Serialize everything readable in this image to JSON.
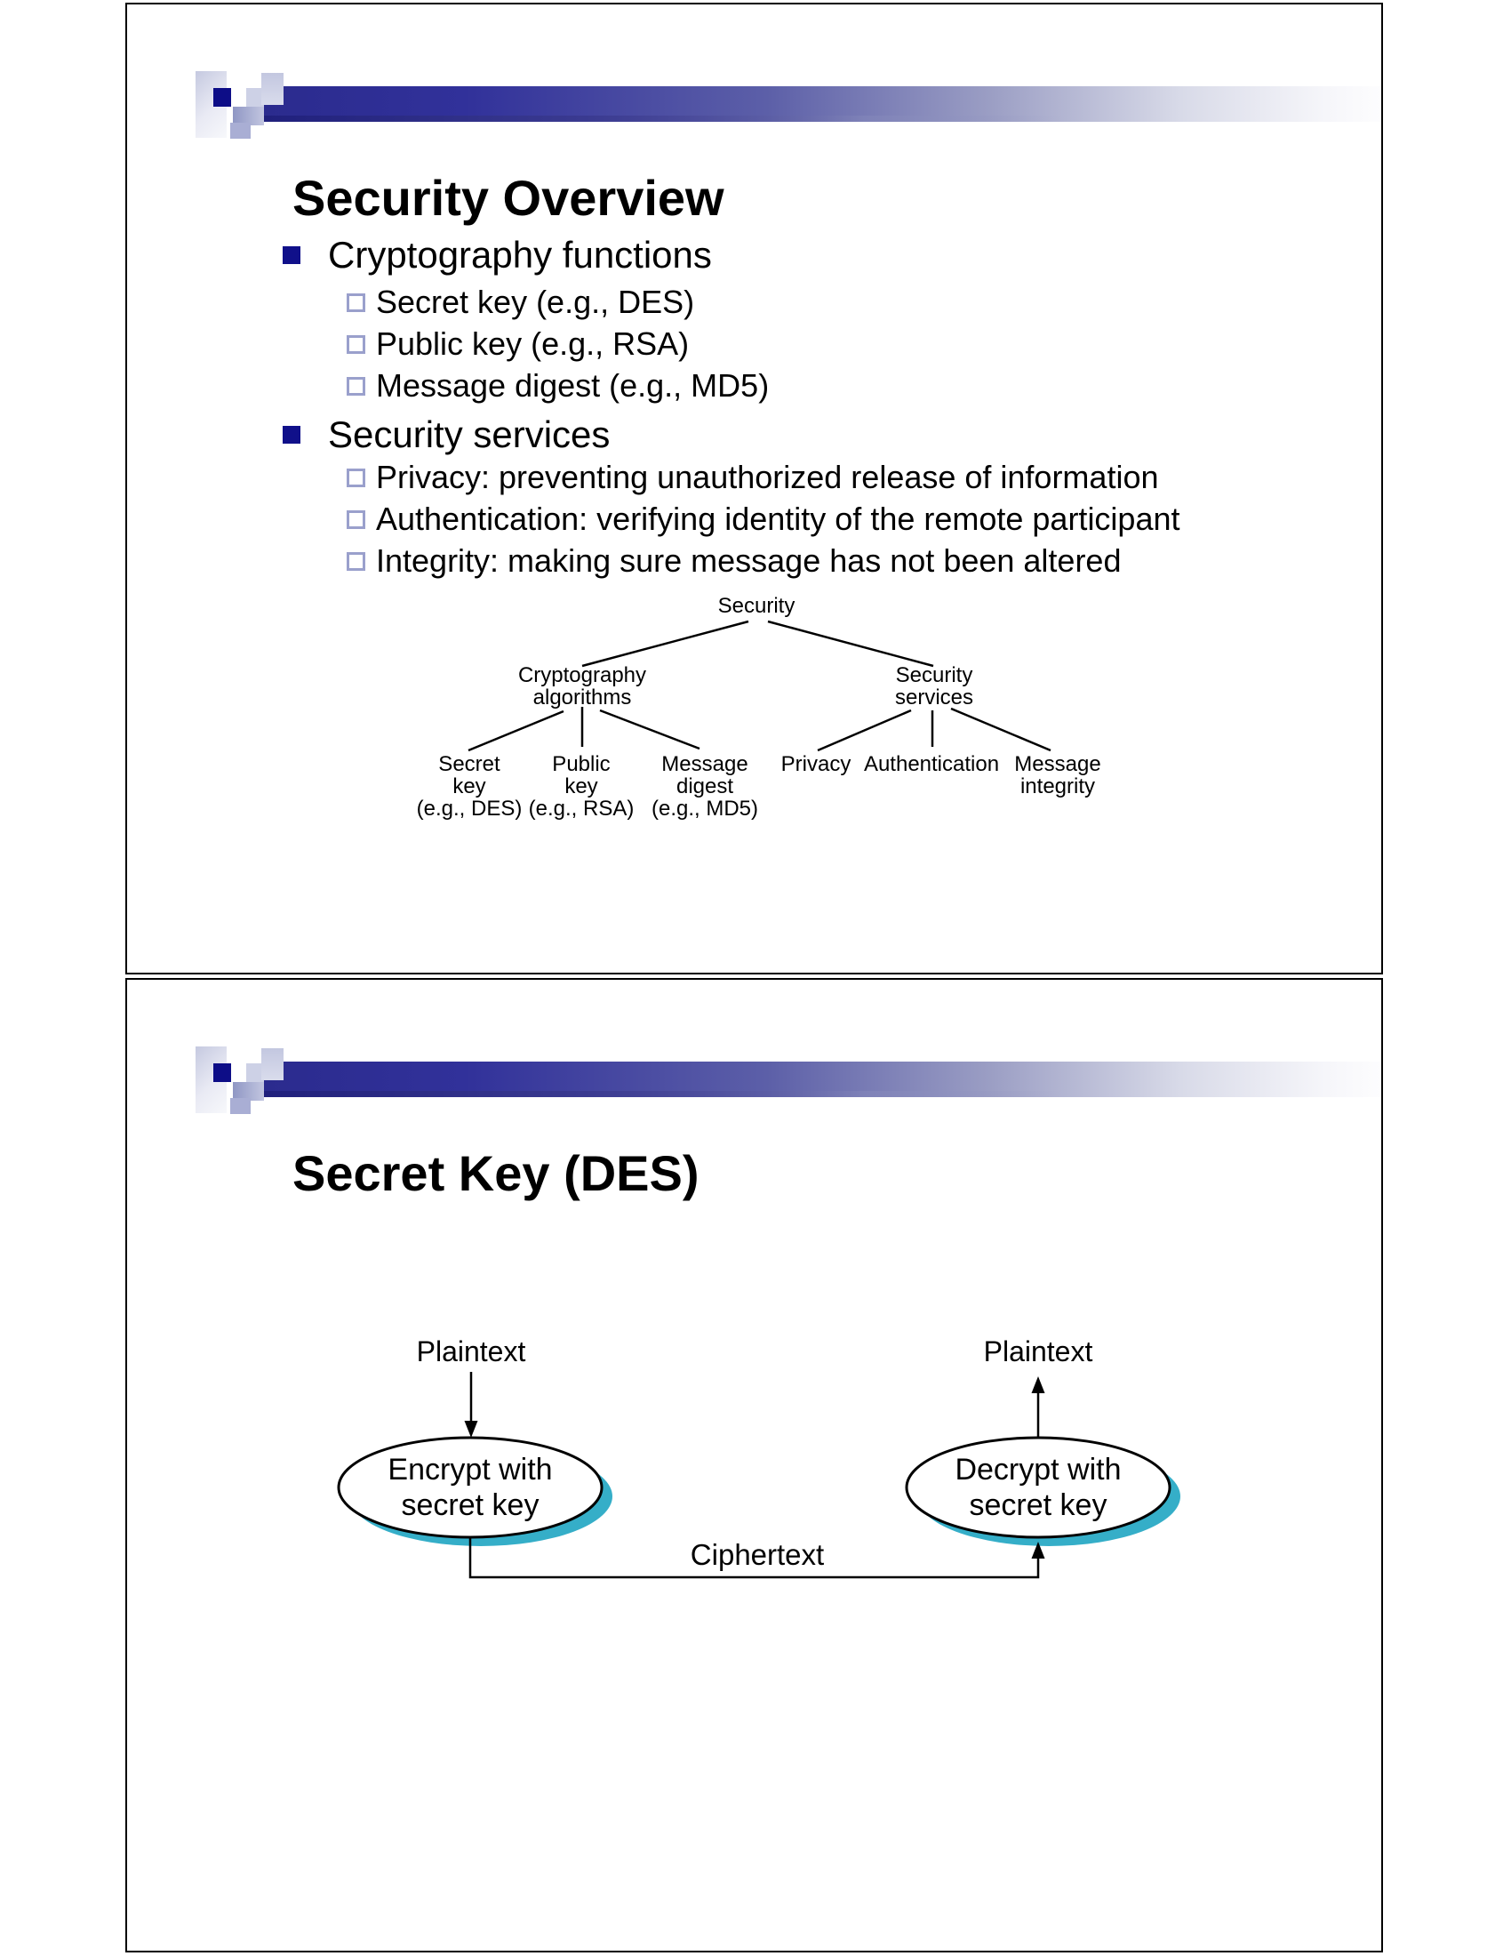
{
  "colors": {
    "navy_accent": "#0d0d87",
    "bar_gradient_start": "#2b2b8e",
    "bullet_outline": "#9aa0cc",
    "ellipse_shadow_teal": "#35aec8",
    "slide_border": "#000000"
  },
  "slide1": {
    "title": "Security Overview",
    "bullets": [
      {
        "level": 1,
        "text": "Cryptography functions"
      },
      {
        "level": 2,
        "text": "Secret key (e.g., DES)"
      },
      {
        "level": 2,
        "text": "Public key (e.g., RSA)"
      },
      {
        "level": 2,
        "text": "Message digest (e.g., MD5)"
      },
      {
        "level": 1,
        "text": "Security services"
      },
      {
        "level": 2,
        "text": "Privacy: preventing unauthorized release of information"
      },
      {
        "level": 2,
        "text": "Authentication: verifying identity of the remote participant"
      },
      {
        "level": 2,
        "text": "Integrity: making sure message has not been altered"
      }
    ],
    "tree": {
      "nodes": [
        {
          "id": "root",
          "lines": [
            "Security"
          ]
        },
        {
          "id": "crypto",
          "lines": [
            "Cryptography",
            "algorithms"
          ]
        },
        {
          "id": "services",
          "lines": [
            "Security",
            "services"
          ]
        },
        {
          "id": "secret",
          "lines": [
            "Secret",
            "key",
            "(e.g., DES)"
          ]
        },
        {
          "id": "public",
          "lines": [
            "Public",
            "key",
            "(e.g., RSA)"
          ]
        },
        {
          "id": "digest",
          "lines": [
            "Message",
            "digest",
            "(e.g., MD5)"
          ]
        },
        {
          "id": "privacy",
          "lines": [
            "Privacy"
          ]
        },
        {
          "id": "auth",
          "lines": [
            "Authentication"
          ]
        },
        {
          "id": "integrity",
          "lines": [
            "Message",
            "integrity"
          ]
        }
      ]
    }
  },
  "slide2": {
    "title": "Secret Key (DES)",
    "diagram": {
      "plaintext_left": "Plaintext",
      "plaintext_right": "Plaintext",
      "ciphertext": "Ciphertext",
      "encrypt_lines": [
        "Encrypt with",
        "secret key"
      ],
      "decrypt_lines": [
        "Decrypt with",
        "secret key"
      ]
    }
  }
}
